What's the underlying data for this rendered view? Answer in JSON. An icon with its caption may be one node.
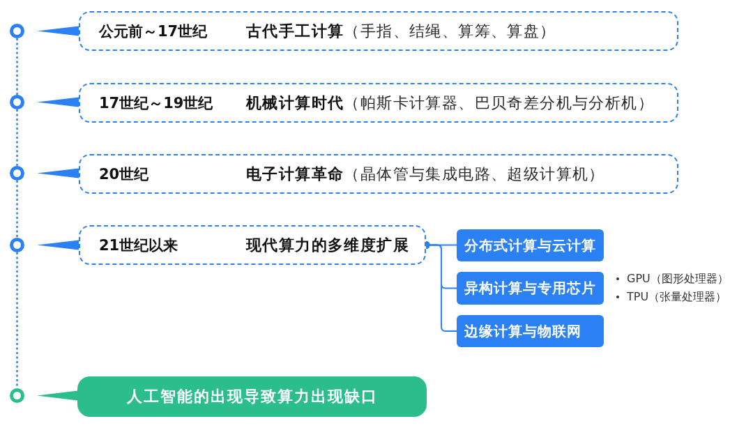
{
  "diagram": {
    "nodes": [
      {
        "text": [],
        "shape": "circle"
      },
      {
        "text": [
          "公元前～17世纪",
          "**古代手工计算**（手指、结绳、算筹、算盘）"
        ]
      },
      {
        "text": [],
        "shape": "circle"
      },
      {
        "text": [
          "17世纪～19世纪",
          "**机械计算时代**（帕斯卡计算器、巴贝奇差分机与分析机）"
        ]
      },
      {
        "text": [],
        "shape": "circle"
      },
      {
        "text": [
          "20世纪",
          "**电子计算革命**（晶体管与集成电路、超级计算机）"
        ]
      },
      {
        "text": [],
        "shape": "circle"
      },
      {
        "text": [
          "21世纪以来",
          "现代算力的多维度扩展"
        ]
      },
      {
        "text": [
          "分布式计算与云计算"
        ]
      },
      {
        "text": [
          "异构计算与专用芯片"
        ],
        "beside": [
          "GPU（图形处理器）",
          "TPU（张量处理器）"
        ]
      },
      {
        "text": [
          "边缘计算与物联网"
        ]
      },
      {
        "text": [],
        "shape": "circle"
      },
      {
        "text": [
          "人工智能的出现导致算力出现缺口"
        ]
      }
    ],
    "edges": [
      {
        "from": 0,
        "to": 2,
        "arrow": "none",
        "style": "dashed"
      },
      {
        "from": 2,
        "to": 4,
        "arrow": "none",
        "style": "dashed"
      },
      {
        "from": 4,
        "to": 6,
        "arrow": "none",
        "style": "dashed"
      },
      {
        "from": 6,
        "to": 11,
        "arrow": "none",
        "style": "dashed"
      },
      {
        "from": 0,
        "to": 1,
        "arrow": "none"
      },
      {
        "from": 2,
        "to": 3,
        "arrow": "none"
      },
      {
        "from": 4,
        "to": 5,
        "arrow": "none"
      },
      {
        "from": 6,
        "to": 7,
        "arrow": "none"
      },
      {
        "from": 11,
        "to": 12,
        "arrow": "none",
        "color": "#2bbd8b"
      },
      {
        "from": 7,
        "to": 8,
        "arrow": "other"
      },
      {
        "from": 7,
        "to": 9,
        "arrow": "other"
      },
      {
        "from": 7,
        "to": 10,
        "arrow": "other"
      }
    ]
  }
}
